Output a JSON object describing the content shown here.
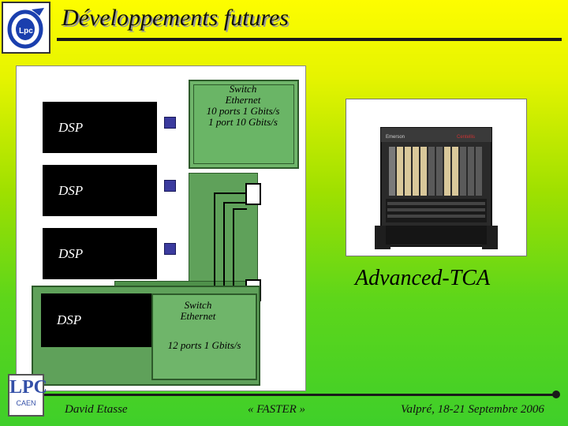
{
  "slide": {
    "title": "Développements futures"
  },
  "diagram": {
    "dsp_labels": [
      "DSP",
      "DSP",
      "DSP",
      "DSP"
    ],
    "switch_top": {
      "line1": "Switch",
      "line2": "Ethernet",
      "line3": "10 ports 1 Gbits/s",
      "line4": "1 port   10 Gbits/s"
    },
    "switch_bottom": {
      "line1": "Switch",
      "line2": "Ethernet",
      "line3": "12 ports 1 Gbits/s"
    }
  },
  "photo": {
    "caption": "Advanced-TCA",
    "chassis_brand": "Emerson",
    "chassis_model": "Centellis"
  },
  "logos": {
    "bottom_text_1": "LPC",
    "bottom_text_2": "CAEN"
  },
  "footer": {
    "author": "David Etasse",
    "project": "« FASTER »",
    "event": "Valpré, 18-21 Septembre 2006"
  },
  "colors": {
    "background_top": "#fdfd00",
    "background_bottom": "#3fcf2a",
    "switch_green": "#5fa15a",
    "port_blue": "#3b3b9e"
  }
}
